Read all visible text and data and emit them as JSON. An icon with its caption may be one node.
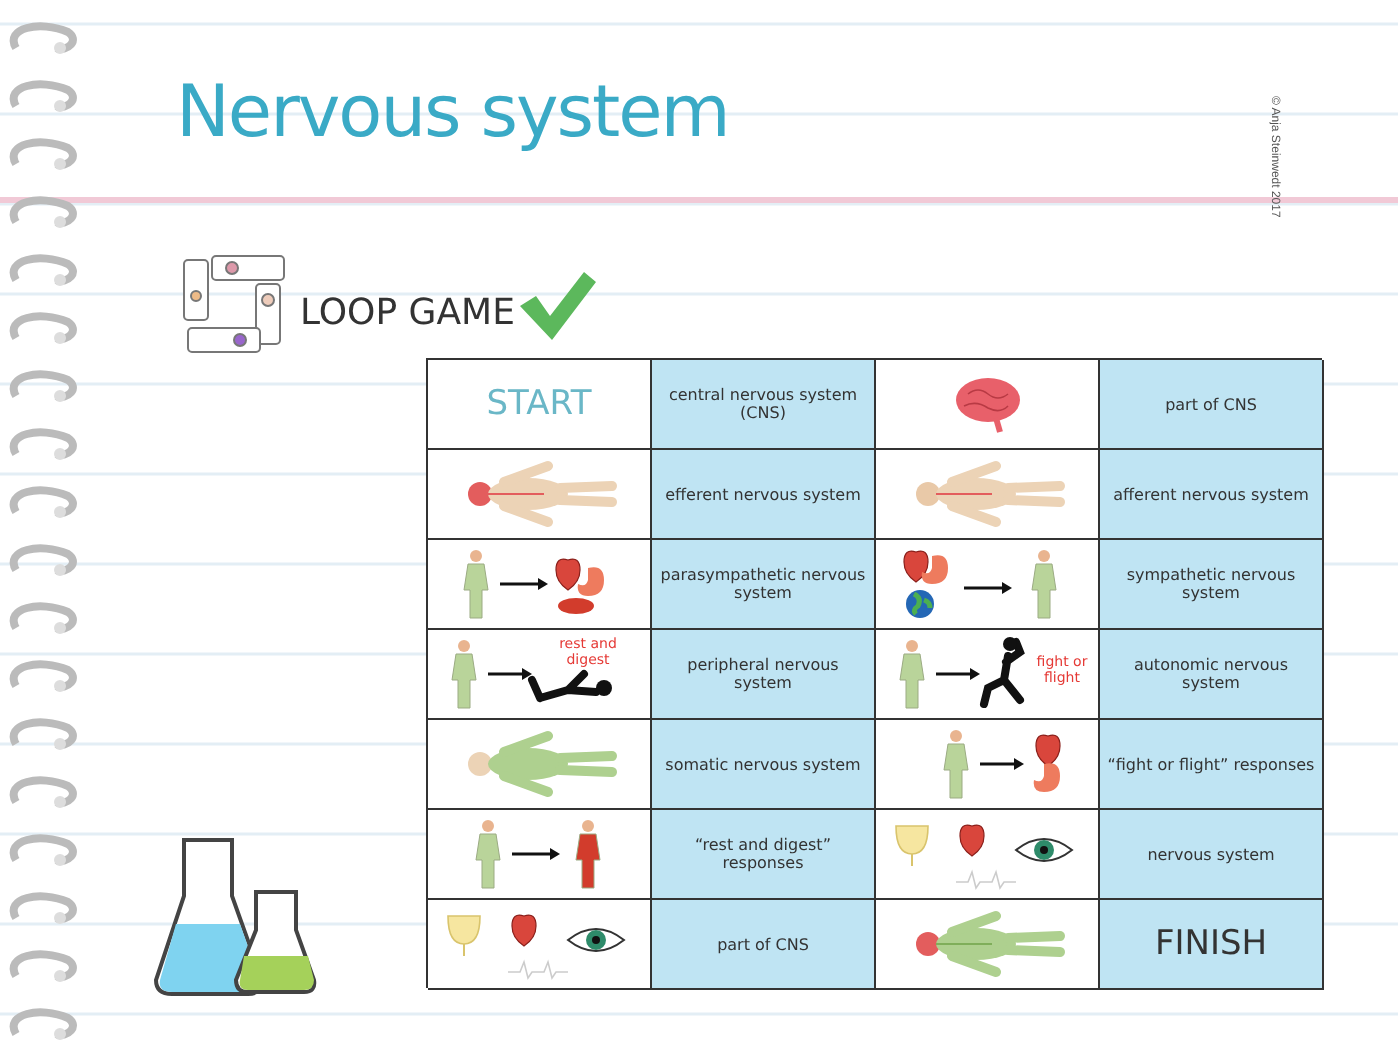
{
  "diagram": {
    "title": "Nervous system",
    "labels": [
      "© Anja Steinwedt 2017",
      "LOOP GAME",
      "START",
      "central nervous system (CNS)",
      "part of CNS",
      "efferent nervous system",
      "afferent nervous system",
      "parasympathetic nervous system",
      "sympathetic nervous system",
      "rest and digest",
      "peripheral nervous system",
      "fight or flight",
      "autonomic nervous system",
      "somatic nervous system",
      "“fight or flight” responses",
      "“rest and digest” responses",
      "nervous system",
      "part of CNS",
      "FINISH"
    ]
  }
}
